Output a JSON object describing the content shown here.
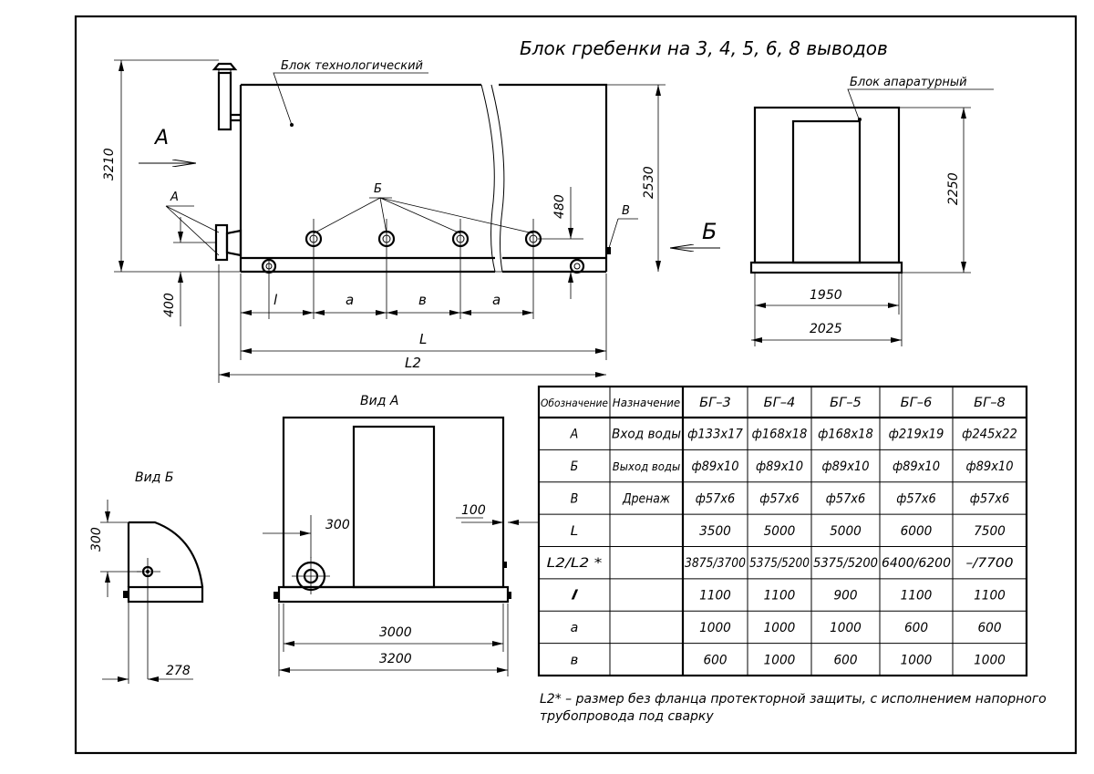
{
  "title": "Блок гребенки на 3, 4, 5, 6, 8 выводов",
  "labels": {
    "tech_block": "Блок технологический",
    "apparatus_block": "Блок апаратурный",
    "view_a_arrow": "A",
    "view_b_arrow": "Б",
    "inlet_a": "A",
    "outlets_b": "Б",
    "drain_v": "В",
    "view_a_title": "Вид А",
    "view_b_title": "Вид Б"
  },
  "dimensions": {
    "height_total": "3210",
    "height_body": "2530",
    "height_480": "480",
    "height_400": "400",
    "seg_l": "l",
    "seg_a1": "a",
    "seg_v": "в",
    "seg_a2": "a",
    "len_L": "L",
    "len_L2": "L2",
    "side_height": "2250",
    "side_w1": "1950",
    "side_w2": "2025",
    "viewa_300": "300",
    "viewa_100": "100",
    "viewa_3000": "3000",
    "viewa_3200": "3200",
    "viewb_300": "300",
    "viewb_278": "278"
  },
  "table": {
    "headers": [
      "Обозначение",
      "Назначение",
      "БГ–3",
      "БГ–4",
      "БГ–5",
      "БГ–6",
      "БГ–8"
    ],
    "rows": [
      [
        "A",
        "Вход воды",
        "ф133х17",
        "ф168х18",
        "ф168х18",
        "ф219х19",
        "ф245х22"
      ],
      [
        "Б",
        "Выход воды",
        "ф89х10",
        "ф89х10",
        "ф89х10",
        "ф89х10",
        "ф89х10"
      ],
      [
        "В",
        "Дренаж",
        "ф57х6",
        "ф57х6",
        "ф57х6",
        "ф57х6",
        "ф57х6"
      ],
      [
        "L",
        "",
        "3500",
        "5000",
        "5000",
        "6000",
        "7500"
      ],
      [
        "L2/L2 *",
        "",
        "3875/3700",
        "5375/5200",
        "5375/5200",
        "6400/6200",
        "–/7700"
      ],
      [
        "l",
        "",
        "1100",
        "1100",
        "900",
        "1100",
        "1100"
      ],
      [
        "a",
        "",
        "1000",
        "1000",
        "1000",
        "600",
        "600"
      ],
      [
        "в",
        "",
        "600",
        "1000",
        "600",
        "1000",
        "1000"
      ]
    ]
  },
  "footnote_line1": "L2* – размер без фланца протекторной защиты, с исполнением напорного",
  "footnote_line2": "трубопровода под сварку"
}
